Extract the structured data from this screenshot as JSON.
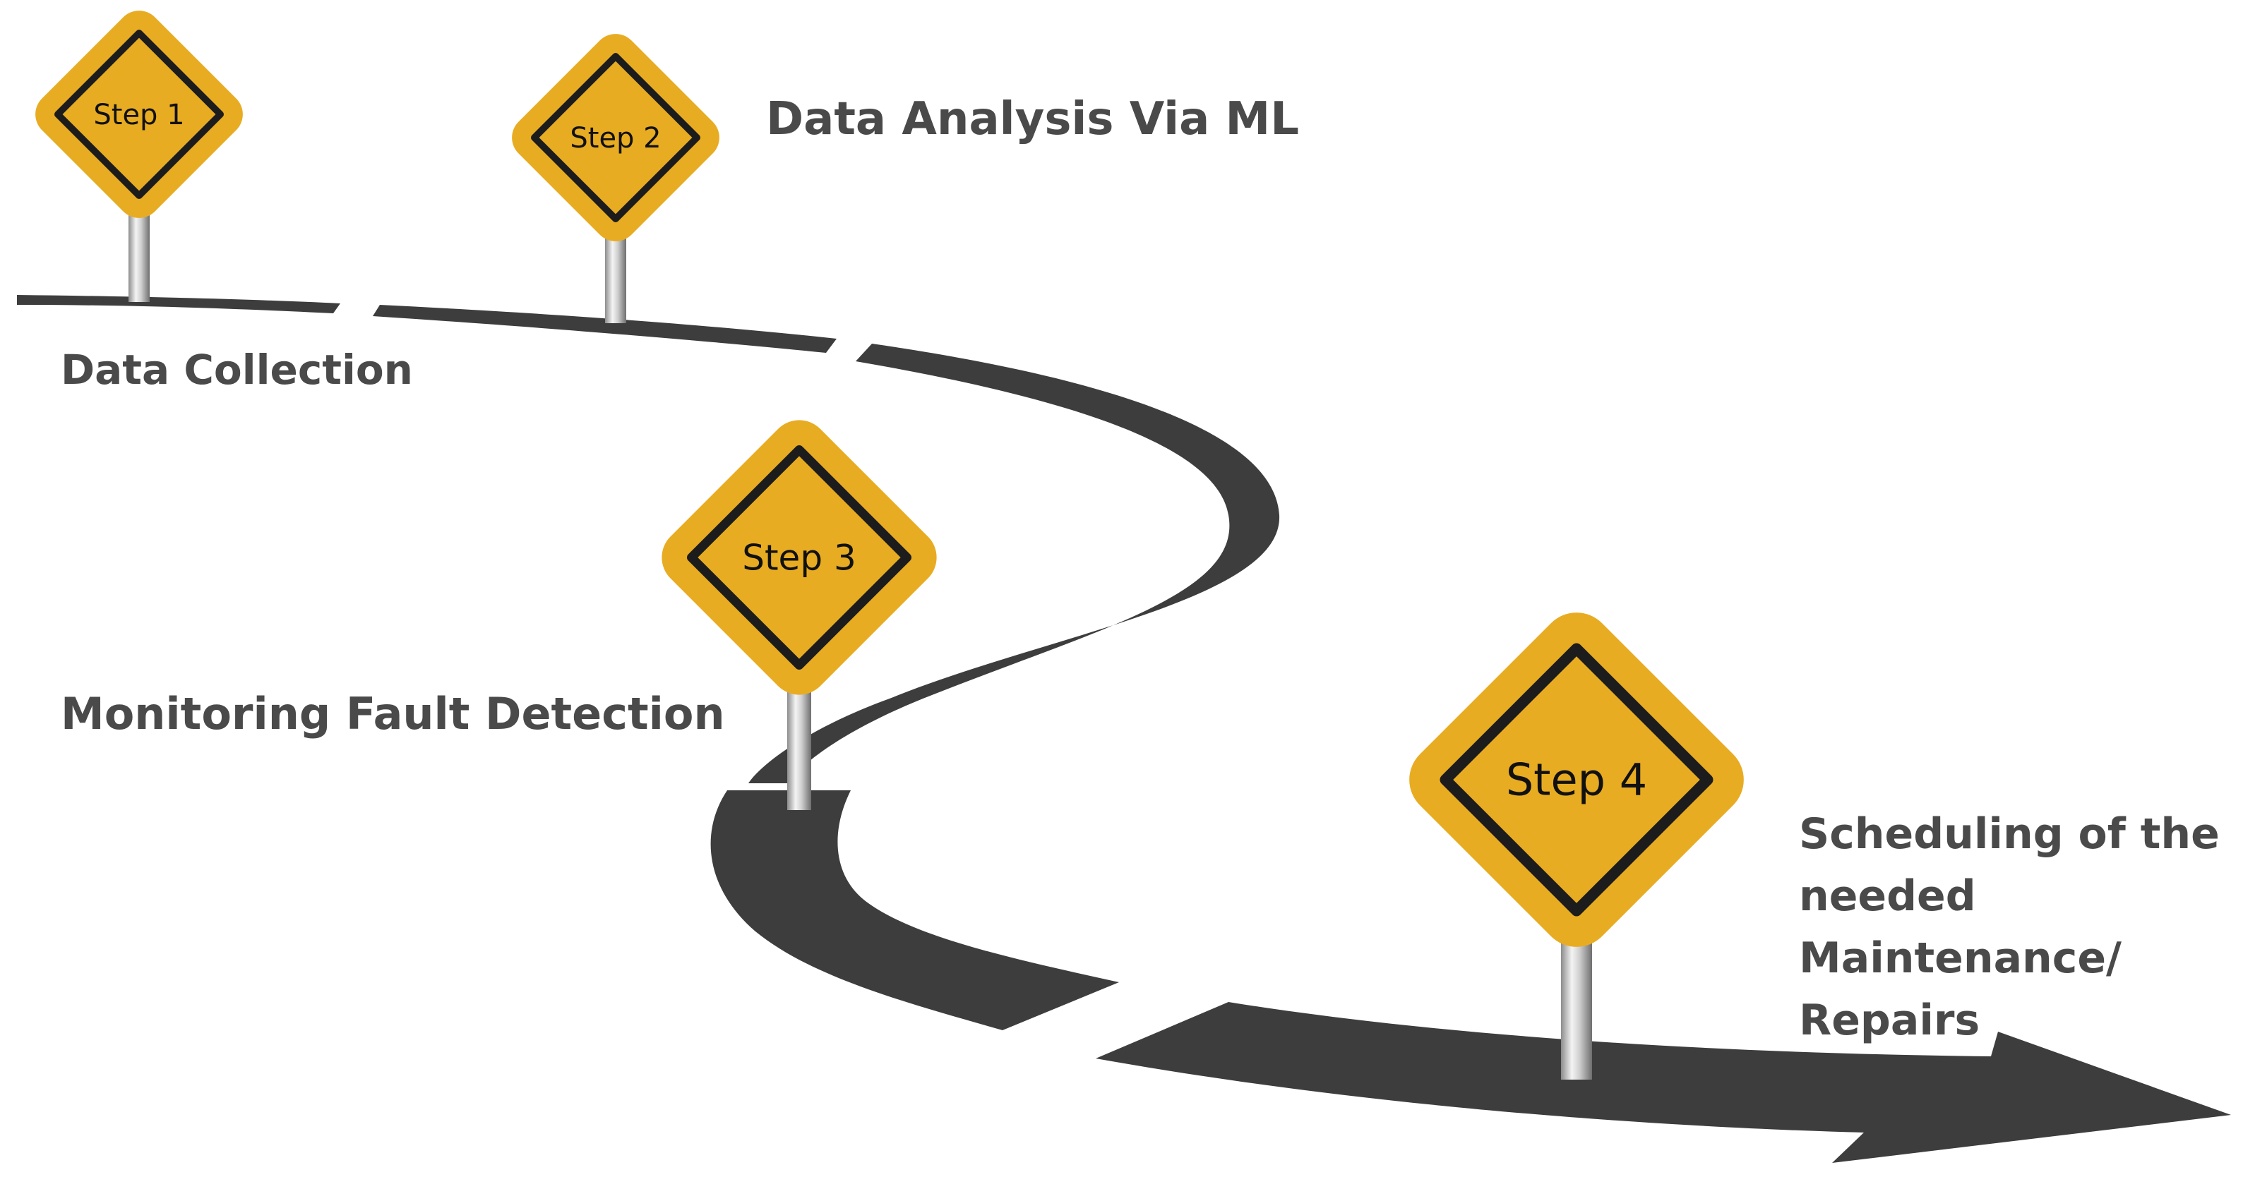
{
  "colors": {
    "road": "#3d3d3d",
    "sign_fill": "#e8ac22",
    "sign_border": "#1c1c1c",
    "caption": "#4a4a4a"
  },
  "steps": [
    {
      "sign_label": "Step 1",
      "caption_lines": [
        "Data Collection"
      ]
    },
    {
      "sign_label": "Step 2",
      "caption_lines": [
        "Data Analysis Via ML"
      ]
    },
    {
      "sign_label": "Step 3",
      "caption_lines": [
        "Monitoring Fault Detection"
      ]
    },
    {
      "sign_label": "Step 4",
      "caption_lines": [
        "Scheduling of the",
        "needed",
        "Maintenance/",
        "Repairs"
      ]
    }
  ]
}
